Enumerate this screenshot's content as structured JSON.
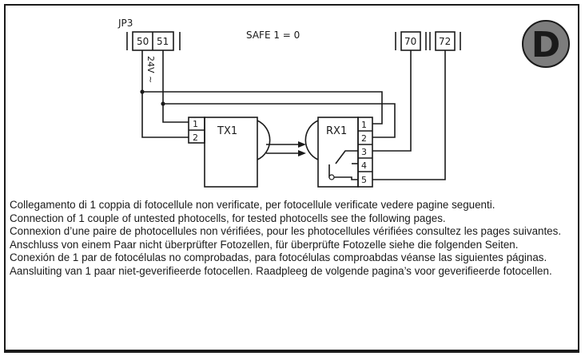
{
  "diagram": {
    "header_label": "JP3",
    "terminals_jp3": [
      "50",
      "51"
    ],
    "safe_label": "SAFE 1 = 0",
    "terminal_70": "70",
    "terminal_72": "72",
    "badge_letter": "D",
    "voltage_label": "24V ~",
    "tx": {
      "name": "TX1",
      "pins": [
        "1",
        "2"
      ]
    },
    "rx": {
      "name": "RX1",
      "pins": [
        "1",
        "2",
        "3",
        "4",
        "5"
      ]
    }
  },
  "captions": [
    "Collegamento di 1 coppia di fotocellule non verificate, per fotocellule verificate vedere pagine seguenti.",
    "Connection of 1 couple of untested photocells, for tested photocells see the following pages.",
    "Connexion d’une paire de photocellules non vérifiées, pour les photocellules vérifiées consultez les pages suivantes.",
    "Anschluss von einem Paar nicht überprüfter Fotozellen, für überprüfte Fotozelle siehe die folgenden Seiten.",
    "Conexión de 1 par de fotocélulas no comprobadas, para fotocélulas comproabdas véanse las siguientes páginas.",
    "Aansluiting van 1 paar niet-geverifieerde fotocellen. Raadpleeg de volgende pagina’s voor geverifieerde fotocellen."
  ]
}
